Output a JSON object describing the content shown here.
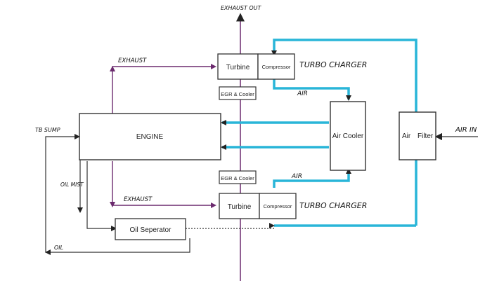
{
  "labels": {
    "exhaust_out": "EXHAUST OUT",
    "exhaust_top": "EXHAUST",
    "exhaust_bottom": "EXHAUST",
    "turbine_top": "Turbine",
    "compressor_top": "Compressor",
    "turbo_charger_top": "TURBO CHARGER",
    "egr_top": "EGR & Cooler",
    "air_top": "AIR",
    "engine": "ENGINE",
    "air_cooler": "Air Cooler",
    "air_filter_left": "Air",
    "air_filter_right": "Filter",
    "air_in": "AIR IN",
    "to_sump": "TB SUMP",
    "oil_mist": "OIL MIST",
    "egr_bottom": "EGR & Cooler",
    "air_bottom": "AIR",
    "turbine_bottom": "Turbine",
    "compressor_bottom": "Compressor",
    "turbo_charger_bottom": "TURBO CHARGER",
    "oil_separator": "Oil Seperator",
    "oil": "OIL"
  },
  "colors": {
    "air_path": "#29b5d8",
    "exhaust_path": "#6b2a6e",
    "line": "#333333"
  }
}
